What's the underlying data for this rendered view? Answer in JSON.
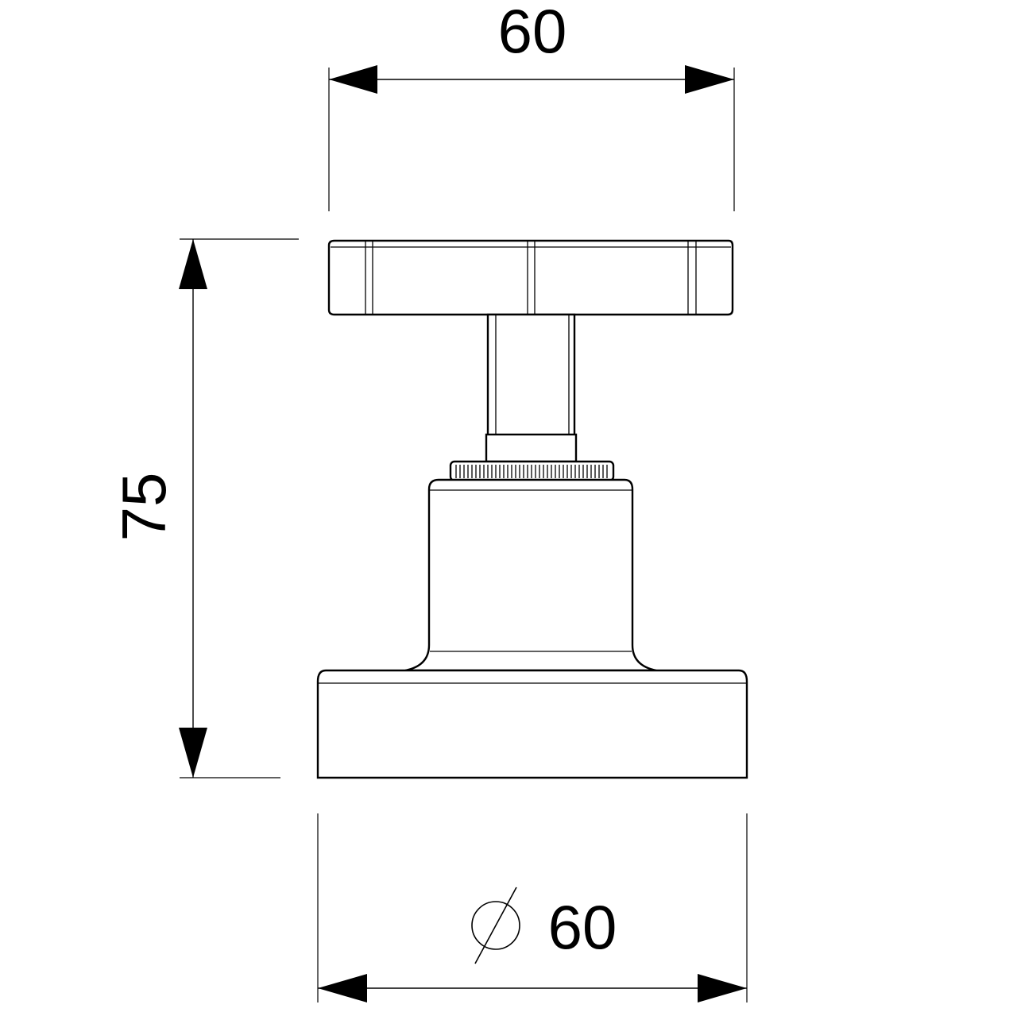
{
  "dimensions": {
    "top_width": "60",
    "height": "75",
    "base_diameter": "60"
  }
}
